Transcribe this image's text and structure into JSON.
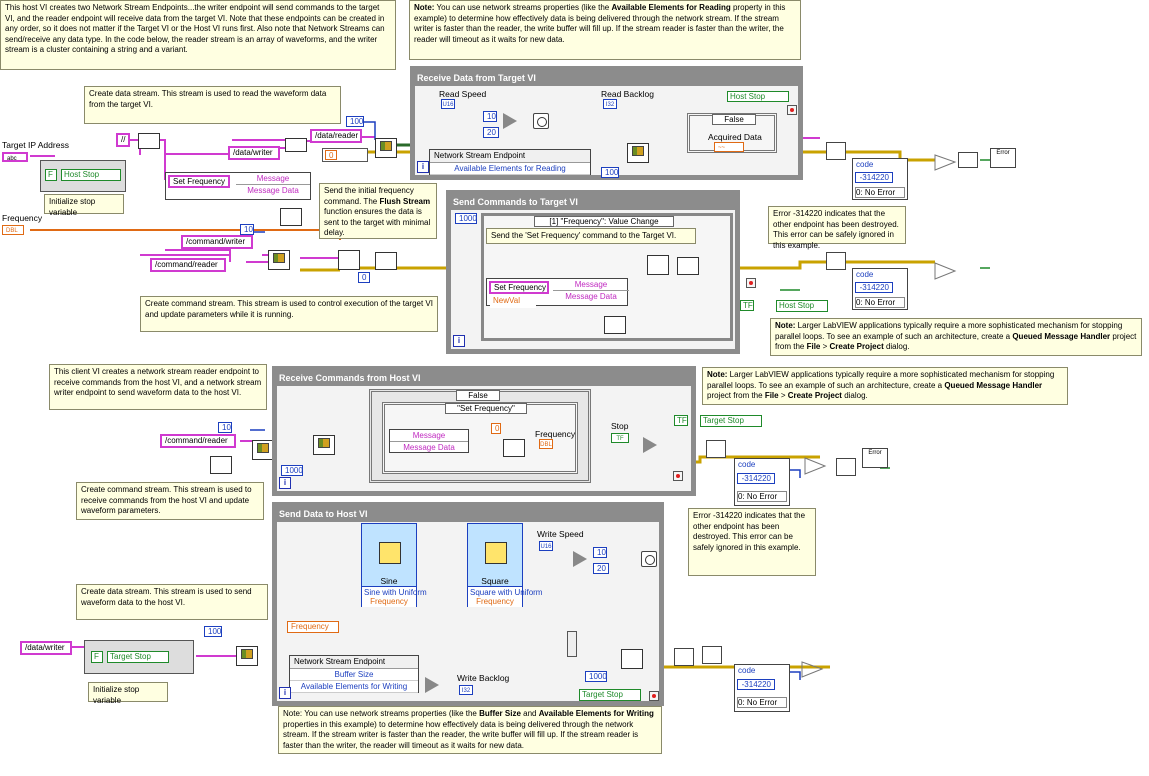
{
  "notes": {
    "top_left": "This host VI creates two Network Stream Endpoints...the writer endpoint will send commands to the target VI, and the reader endpoint will receive data from the target VI. Note that these endpoints can be created in any order, so it does not matter if the Target VI or the Host VI runs first. Also note that Network Streams can send/receive any data type. In the code below, the reader stream is an array of waveforms, and the writer stream is a cluster containing a string and a variant.",
    "top_right_note": "Note:",
    "top_right_a": " You can use network streams properties (like the ",
    "top_right_b": "Available Elements for Reading",
    "top_right_c": " property in this example) to determine how effectively data is being delivered through the network stream. If the stream writer is faster than the reader, the write buffer will fill up. If the stream reader is faster than the writer, the reader will timeout as it waits for new data.",
    "create_data_stream": "Create data stream. This stream is used to read the waveform data from the target VI.",
    "flush_a": "Send the initial frequency command. The ",
    "flush_b": "Flush Stream",
    "flush_c": " function ensures the data is sent to the target with minimal delay.",
    "create_command_stream": "Create command stream. This stream is used to control execution of the target VI and update parameters while it is running.",
    "error_note_top": "Error -314220 indicates that the other endpoint has been destroyed. This error can be safely ignored in this example.",
    "larger_note_1": "Note:",
    "larger_a": " Larger LabVIEW applications typically require a more sophisticated mechanism for stopping parallel loops. To see an example of such an architecture, create a ",
    "larger_b": "Queued Message Handler",
    "larger_c": " project from the ",
    "larger_d": "File",
    "larger_e": " > ",
    "larger_f": "Create Project",
    "larger_g": " dialog.",
    "client_vi": "This client VI creates a network stream reader endpoint to receive commands from the host VI, and a network stream writer endpoint to send waveform data to the host VI.",
    "create_command_client": "Create command stream. This stream is used to receive commands from the host VI and update waveform parameters.",
    "error_note_bottom": "Error -314220 indicates that the other endpoint has been destroyed. This error can be safely ignored in this example.",
    "create_data_client": "Create data stream. This stream is used to send waveform data to the host VI.",
    "bottom_note_a": "Note: You can use network streams properties (like the ",
    "bottom_note_b": "Buffer Size",
    "bottom_note_c": " and ",
    "bottom_note_d": "Available Elements for Writing",
    "bottom_note_e": " properties in this example) to determine how effectively data is being delivered through the network stream. If the stream writer is faster than the reader, the write buffer will fill up. If the stream reader is faster than the writer, the reader will timeout as it waits for new data."
  },
  "labels": {
    "target_ip": "Target IP Address",
    "frequency": "Frequency",
    "init_stop_1": "Initialize stop variable",
    "init_stop_2": "Initialize stop variable",
    "read_speed": "Read Speed",
    "read_backlog": "Read Backlog",
    "acquired_data": "Acquired Data",
    "stop": "Stop",
    "frequency_inner": "Frequency",
    "write_speed": "Write Speed",
    "write_backlog": "Write Backlog",
    "sine": "Sine",
    "square": "Square"
  },
  "structures": {
    "receive_host": "Receive Data from Target VI",
    "send_commands": "Send Commands to Target VI",
    "receive_commands": "Receive Commands from Host VI",
    "send_data": "Send Data to Host VI"
  },
  "constants": {
    "data_reader": "/data/reader",
    "data_writer": "/data/writer",
    "command_writer": "/command/writer",
    "command_reader": "/command/reader",
    "command_reader_client": "/command/reader",
    "data_writer_client": "/data/writer",
    "slash": "//",
    "host_stop": "Host Stop",
    "host_stop_2": "Host Stop",
    "target_stop": "Target Stop",
    "target_stop_2": "Target Stop",
    "target_stop_3": "Target Stop",
    "hundred_1": "100",
    "hundred_2": "100",
    "hundred_3": "100",
    "ten_1": "10",
    "ten_2": "10",
    "ten_3": "10",
    "ten_4": "10",
    "twenty_1": "20",
    "twenty_2": "20",
    "zero_1": "0",
    "zero_2": "0",
    "zero_3": "0",
    "thousand_1": "1000",
    "thousand_2": "1000",
    "thousand_3": "1000",
    "code": "code",
    "err_code": "-314220",
    "no_error": "0: No Error",
    "false_case": "False",
    "false_case_2": "False",
    "freq_event": "[1] \"Frequency\": Value Change",
    "set_freq_case": "\"Set Frequency\"",
    "set_frequency": "Set Frequency",
    "set_frequency_2": "Set Frequency",
    "message": "Message",
    "message_data": "Message Data",
    "message_2": "Message",
    "message_data_2": "Message Data",
    "message_3": "Message",
    "message_data_3": "Message Data",
    "send_freq_cmd": "Send the 'Set Frequency' command to the Target VI.",
    "new_val": "NewVal",
    "network_stream_endpoint": "Network Stream Endpoint",
    "available_reading": "Available Elements for Reading",
    "network_stream_endpoint_2": "Network Stream Endpoint",
    "buffer_size": "Buffer Size",
    "available_writing": "Available Elements for Writing",
    "sine_uniform": "Sine with Uniform",
    "square_uniform": "Square with Uniform",
    "freq_prop": "Frequency",
    "freq_prop_2": "Frequency",
    "freq_ref": "Frequency",
    "i32": "I32",
    "u16": "U16",
    "dbl": "DBL",
    "tf": "TF",
    "error_glyph": "Error",
    "abc": "abc"
  }
}
